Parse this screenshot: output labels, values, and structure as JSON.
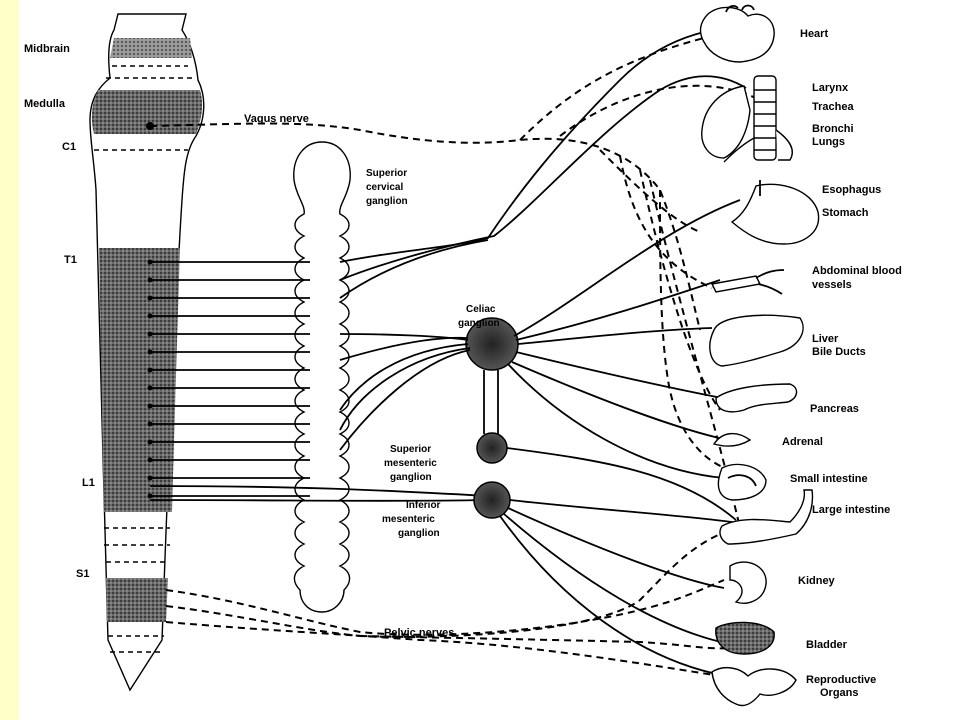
{
  "colors": {
    "stripe": "#ffffc8",
    "ink": "#000000",
    "shade": "#5a5a5a"
  },
  "cord_levels": {
    "midbrain": "Midbrain",
    "medulla": "Medulla",
    "c1": "C1",
    "t1": "T1",
    "l1": "L1",
    "s1": "S1"
  },
  "nerves": {
    "vagus": "Vagus nerve",
    "pelvic": "Pelvic nerves"
  },
  "ganglia": {
    "superior_cervical": [
      "Superior",
      "cervical",
      "ganglion"
    ],
    "celiac": [
      "Celiac",
      "ganglion"
    ],
    "superior_mesenteric": [
      "Superior",
      "mesenteric",
      "ganglion"
    ],
    "inferior_mesenteric": [
      "Inferior",
      "mesenteric",
      "ganglion"
    ]
  },
  "organs": {
    "heart": "Heart",
    "larynx": "Larynx",
    "trachea": "Trachea",
    "bronchi": "Bronchi",
    "lungs": "Lungs",
    "esophagus": "Esophagus",
    "stomach": "Stomach",
    "abdominal_vessels": [
      "Abdominal blood",
      "vessels"
    ],
    "liver": "Liver",
    "bile_ducts": "Bile Ducts",
    "pancreas": "Pancreas",
    "adrenal": "Adrenal",
    "small_intestine": "Small  intestine",
    "large_intestine": "Large  intestine",
    "kidney": "Kidney",
    "bladder": "Bladder",
    "reproductive": [
      "Reproductive",
      "Organs"
    ]
  }
}
